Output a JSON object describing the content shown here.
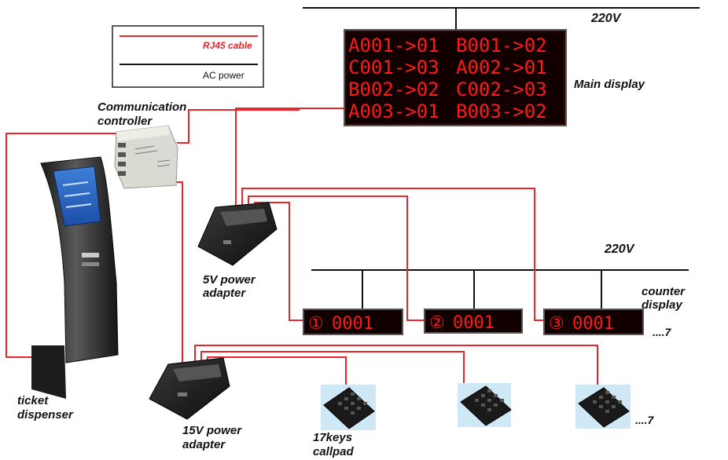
{
  "legend": {
    "rj45_label": "RJ45 cable",
    "ac_label": "AC power",
    "rj45_color": "#e8262b",
    "ac_color": "#111111"
  },
  "labels": {
    "comm_line1": "Communication",
    "comm_line2": "controller",
    "ticket_line1": "ticket",
    "ticket_line2": "dispenser",
    "main_display": "Main display",
    "power5_line1": "5V power",
    "power5_line2": "adapter",
    "power15_line1": "15V power",
    "power15_line2": "adapter",
    "counter_line1": "counter",
    "counter_line2": "display",
    "callpad_line1": "17keys",
    "callpad_line2": "callpad",
    "voltage_top": "220V",
    "voltage_mid": "220V",
    "more_counters": "....7",
    "more_callpads": "....7"
  },
  "main_display": {
    "rows": [
      [
        "A001->01",
        "B001->02"
      ],
      [
        "C001->03",
        "A002->01"
      ],
      [
        "B002->02",
        "C002->03"
      ],
      [
        "A003->01",
        "B003->02"
      ]
    ],
    "led_color": "#ff1a1a"
  },
  "counters": [
    {
      "num": "①",
      "value": "0001"
    },
    {
      "num": "②",
      "value": "0001"
    },
    {
      "num": "③",
      "value": "0001"
    }
  ]
}
